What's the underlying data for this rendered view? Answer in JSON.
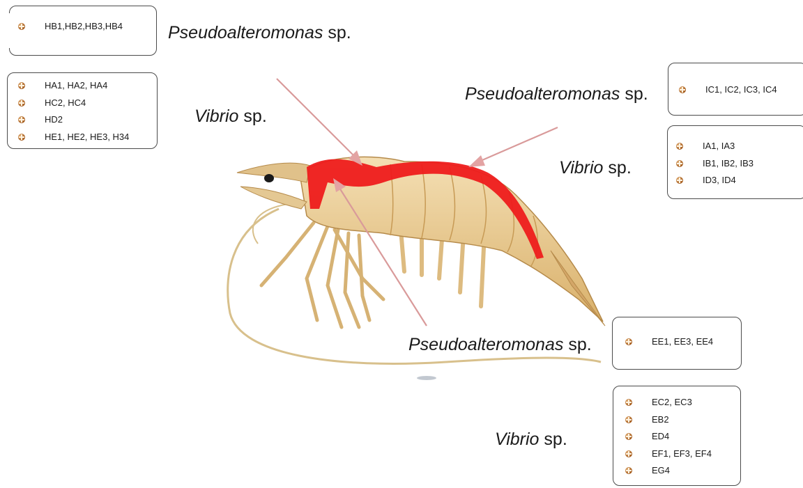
{
  "groups": {
    "top_left_pseudo": {
      "genus": "Pseudoalteromonas",
      "suffix": " sp.",
      "isolates": [
        "HB1,HB2,HB3,HB4"
      ]
    },
    "left_vibrio": {
      "genus": "Vibrio",
      "suffix": " sp.",
      "isolates": [
        "HA1, HA2, HA4",
        "HC2, HC4",
        "HD2",
        "HE1, HE2, HE3, H34"
      ]
    },
    "right_pseudo": {
      "genus": "Pseudoalteromonas",
      "suffix": " sp.",
      "isolates": [
        "IC1, IC2, IC3, IC4"
      ]
    },
    "right_vibrio": {
      "genus": "Vibrio",
      "suffix": " sp.",
      "isolates": [
        "IA1, IA3",
        "IB1, IB2, IB3",
        "ID3, ID4"
      ]
    },
    "lower_pseudo": {
      "genus": "Pseudoalteromonas",
      "suffix": " sp.",
      "isolates": [
        "EE1, EE3, EE4"
      ]
    },
    "lower_vibrio": {
      "genus": "Vibrio",
      "suffix": " sp.",
      "isolates": [
        "EC2, EC3",
        "EB2",
        "ED4",
        "EF1, EF3, EF4",
        "EG4"
      ]
    }
  },
  "colors": {
    "highlight": "#ee1c1c",
    "arrow": "#d99a9a",
    "shrimp_body": "#e8c98c",
    "shrimp_outline": "#b58a4a",
    "bullet": "#a35a1c"
  },
  "icons": {
    "bullet": "bullet-dot-icon",
    "arrow": "pointer-arrow"
  }
}
